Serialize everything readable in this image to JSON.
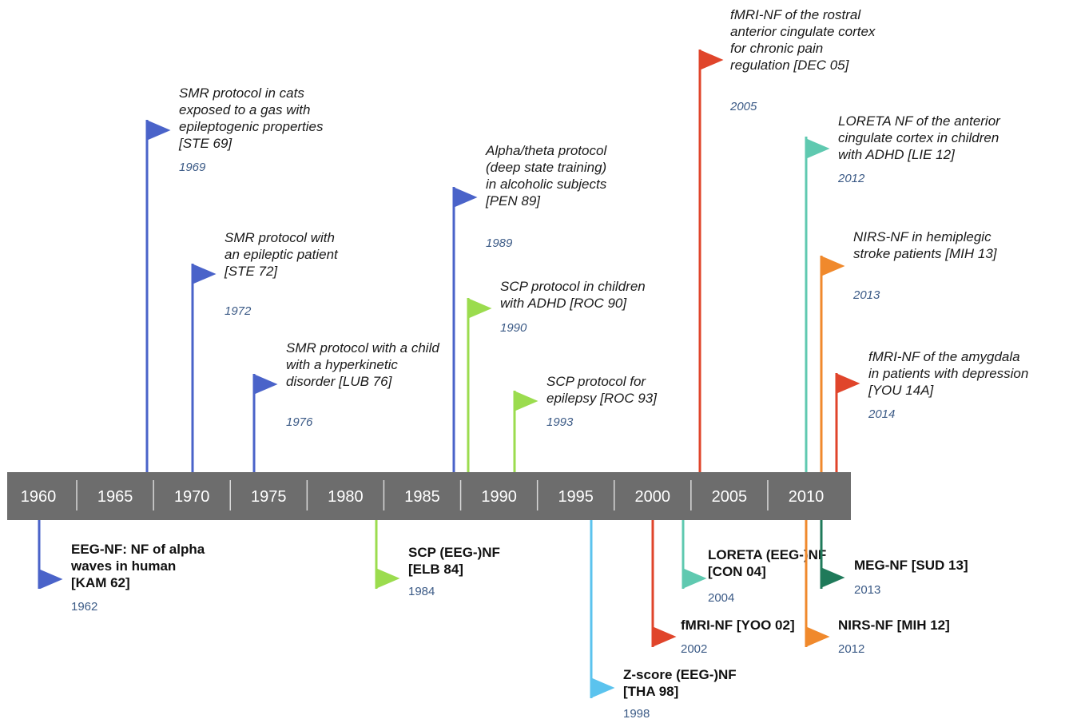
{
  "axis": {
    "labels": [
      "1960",
      "1965",
      "1970",
      "1975",
      "1980",
      "1985",
      "1990",
      "1995",
      "2000",
      "2005",
      "2010"
    ],
    "bar_color": "#6d6d6d"
  },
  "events": [
    {
      "year": "1962",
      "lines": [
        "EEG-NF: NF of alpha",
        "waves in human",
        "[KAM 62]"
      ],
      "side": "below",
      "color": "#4a63c9"
    },
    {
      "year": "1969",
      "lines": [
        "SMR protocol in cats",
        "exposed to a gas with",
        "epileptogenic properties",
        "[STE 69]"
      ],
      "side": "above",
      "color": "#4a63c9"
    },
    {
      "year": "1972",
      "lines": [
        "SMR protocol with",
        "an epileptic patient",
        "[STE 72]"
      ],
      "side": "above",
      "color": "#4a63c9"
    },
    {
      "year": "1976",
      "lines": [
        "SMR protocol with a child",
        "with a hyperkinetic",
        "disorder [LUB 76]"
      ],
      "side": "above",
      "color": "#4a63c9"
    },
    {
      "year": "1984",
      "lines": [
        "SCP (EEG-)NF",
        "[ELB 84]"
      ],
      "side": "below",
      "color": "#9bdc4e"
    },
    {
      "year": "1989",
      "lines": [
        "Alpha/theta protocol",
        "(deep state training)",
        "in alcoholic subjects",
        "[PEN 89]"
      ],
      "side": "above",
      "color": "#4a63c9"
    },
    {
      "year": "1990",
      "lines": [
        "SCP protocol in children",
        "with ADHD [ROC 90]"
      ],
      "side": "above",
      "color": "#9bdc4e"
    },
    {
      "year": "1993",
      "lines": [
        "SCP protocol for",
        "epilepsy [ROC 93]"
      ],
      "side": "above",
      "color": "#9bdc4e"
    },
    {
      "year": "1998",
      "lines": [
        "Z-score (EEG-)NF",
        "[THA 98]"
      ],
      "side": "below",
      "color": "#5bc3ee"
    },
    {
      "year": "2002",
      "lines": [
        "fMRI-NF [YOO 02]"
      ],
      "side": "below",
      "color": "#e0452b"
    },
    {
      "year": "2004",
      "lines": [
        "LORETA (EEG-)NF",
        "[CON 04]"
      ],
      "side": "below",
      "color": "#5fc9b0"
    },
    {
      "year": "2005",
      "lines": [
        "fMRI-NF of the rostral",
        "anterior cingulate cortex",
        "for chronic pain",
        "regulation [DEC 05]"
      ],
      "side": "above",
      "color": "#e0452b"
    },
    {
      "year": "2012",
      "lines": [
        "LORETA NF of the anterior",
        "cingulate cortex in children",
        "with ADHD [LIE 12]"
      ],
      "side": "above",
      "color": "#5fc9b0"
    },
    {
      "year": "2012",
      "lines": [
        "NIRS-NF [MIH 12]"
      ],
      "side": "below",
      "color": "#f0892c"
    },
    {
      "year": "2013",
      "lines": [
        "NIRS-NF in hemiplegic",
        "stroke patients [MIH 13]"
      ],
      "side": "above",
      "color": "#f0892c"
    },
    {
      "year": "2013",
      "lines": [
        "MEG-NF [SUD 13]"
      ],
      "side": "below",
      "color": "#1f7a5a"
    },
    {
      "year": "2014",
      "lines": [
        "fMRI-NF of the amygdala",
        "in patients with depression",
        "[YOU 14A]"
      ],
      "side": "above",
      "color": "#e0452b"
    }
  ]
}
